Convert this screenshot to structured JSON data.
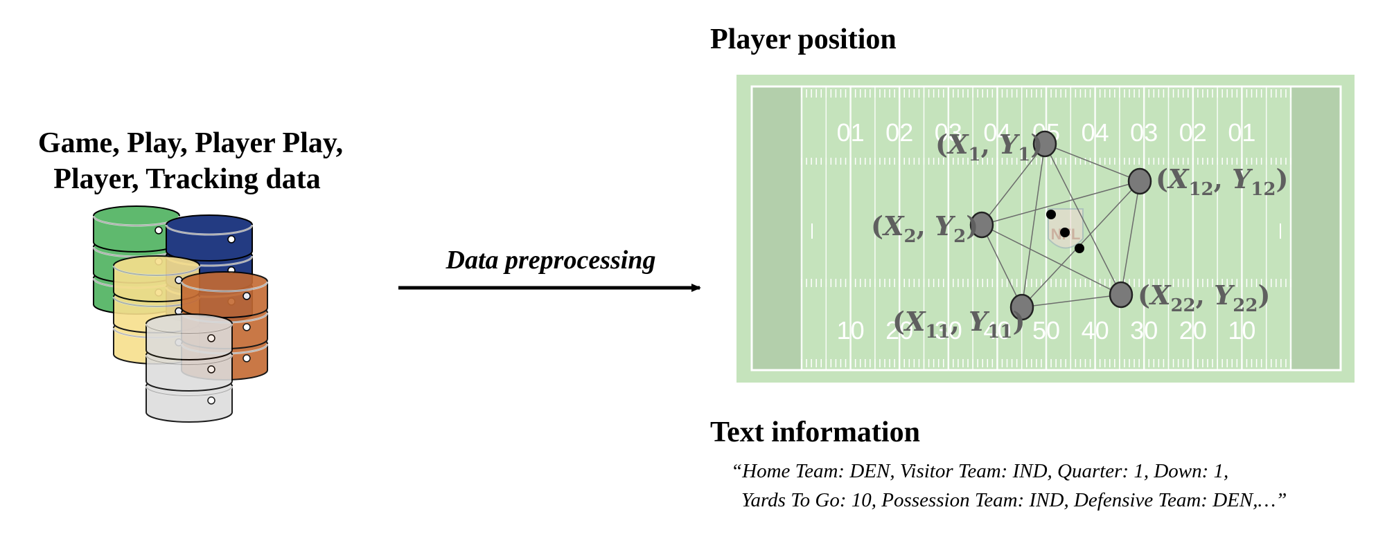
{
  "sources": {
    "title_line1": "Game, Play, Player Play,",
    "title_line2": "Player, Tracking data",
    "databases": [
      {
        "name": "green",
        "color": "#5fb96e"
      },
      {
        "name": "blue",
        "color": "#233b82"
      },
      {
        "name": "yellow",
        "color": "#f7df8c"
      },
      {
        "name": "orange",
        "color": "#c46a33"
      },
      {
        "name": "gray",
        "color": "#dcdcdc"
      }
    ]
  },
  "arrow": {
    "label": "Data preprocessing"
  },
  "player_position": {
    "title": "Player position",
    "field_colors": {
      "turf": "#c5e3bc",
      "endzone": "#b3cfab",
      "lines": "#ffffff"
    },
    "yard_numbers_top": [
      "01",
      "02",
      "03",
      "04",
      "05",
      "04",
      "03",
      "02",
      "01"
    ],
    "yard_numbers_bottom": [
      "10",
      "20",
      "30",
      "40",
      "50",
      "40",
      "30",
      "20",
      "10"
    ],
    "players": [
      {
        "label": "X",
        "label2": "Y",
        "sub": "1"
      },
      {
        "label": "X",
        "label2": "Y",
        "sub": "12"
      },
      {
        "label": "X",
        "label2": "Y",
        "sub": "2"
      },
      {
        "label": "X",
        "label2": "Y",
        "sub": "22"
      },
      {
        "label": "X",
        "label2": "Y",
        "sub": "11"
      }
    ],
    "logo": "NFL"
  },
  "text_information": {
    "title": "Text information",
    "line1": "“Home Team: DEN, Visitor Team: IND, Quarter: 1, Down: 1,",
    "line2": "Yards To Go: 10, Possession Team: IND, Defensive Team: DEN,…”"
  }
}
